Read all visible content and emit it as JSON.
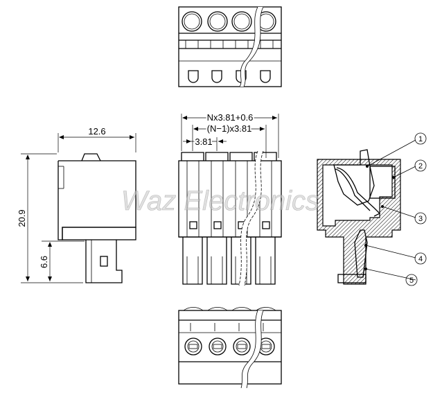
{
  "dimensions": {
    "width_12_6": "12.6",
    "height_20_9": "20.9",
    "height_6_6": "6.6",
    "overall_pitch": "Nx3.81+0.6",
    "n_minus_1_pitch": "(N−1)x3.81",
    "single_pitch": "3.81"
  },
  "callouts": [
    "1",
    "2",
    "3",
    "4",
    "5"
  ],
  "watermark": "Waz Electronics"
}
